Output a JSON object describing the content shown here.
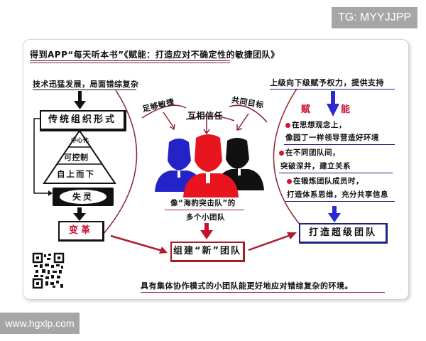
{
  "watermarks": {
    "top_right": "TG: MYYJJPP",
    "bottom_left": "www.hgxlp.com"
  },
  "diagram": {
    "title": "得到APP“每天听本书”《赋能：打造应对不确定性的敏捷团队》",
    "left": {
      "header": "技术迅猛发展，局面错综复杂",
      "traditional_box": "传统组织形式",
      "pyramid_levels": [
        "中心化",
        "可控制",
        "自上而下"
      ],
      "failure": "失灵",
      "change_box": "变革"
    },
    "center": {
      "traits": [
        "足够敏捷",
        "互相信任",
        "共同目标"
      ],
      "people_colors": [
        "#2323c8",
        "#e8141e",
        "#111111"
      ],
      "caption_line1": "像“海豹突击队”的",
      "caption_line2": "多个小团队",
      "new_team_box": "组建“新”团队"
    },
    "right": {
      "header": "上级向下级赋予权力，提供支持",
      "empower_left": "赋",
      "empower_right": "能",
      "bullets": [
        {
          "line1": "在思想观念上，",
          "line2": "像园丁一样领导营造好环境"
        },
        {
          "line1": "在不同团队间，",
          "line2": "突破深井，建立关系"
        },
        {
          "line1": "在锻炼团队成员时，",
          "line2": "打造体系思维，充分共享信息"
        }
      ],
      "super_team_box": "打造超级团队"
    },
    "conclusion": "具有集体协作模式的小团队能更好地应对错综复杂的环境。",
    "qr_code_icon": "qr-code",
    "colors": {
      "accent_red": "#c8102e",
      "accent_blue": "#22227a",
      "curve_maroon": "#8b2635",
      "arrow_blue": "#2a2ad0"
    }
  }
}
